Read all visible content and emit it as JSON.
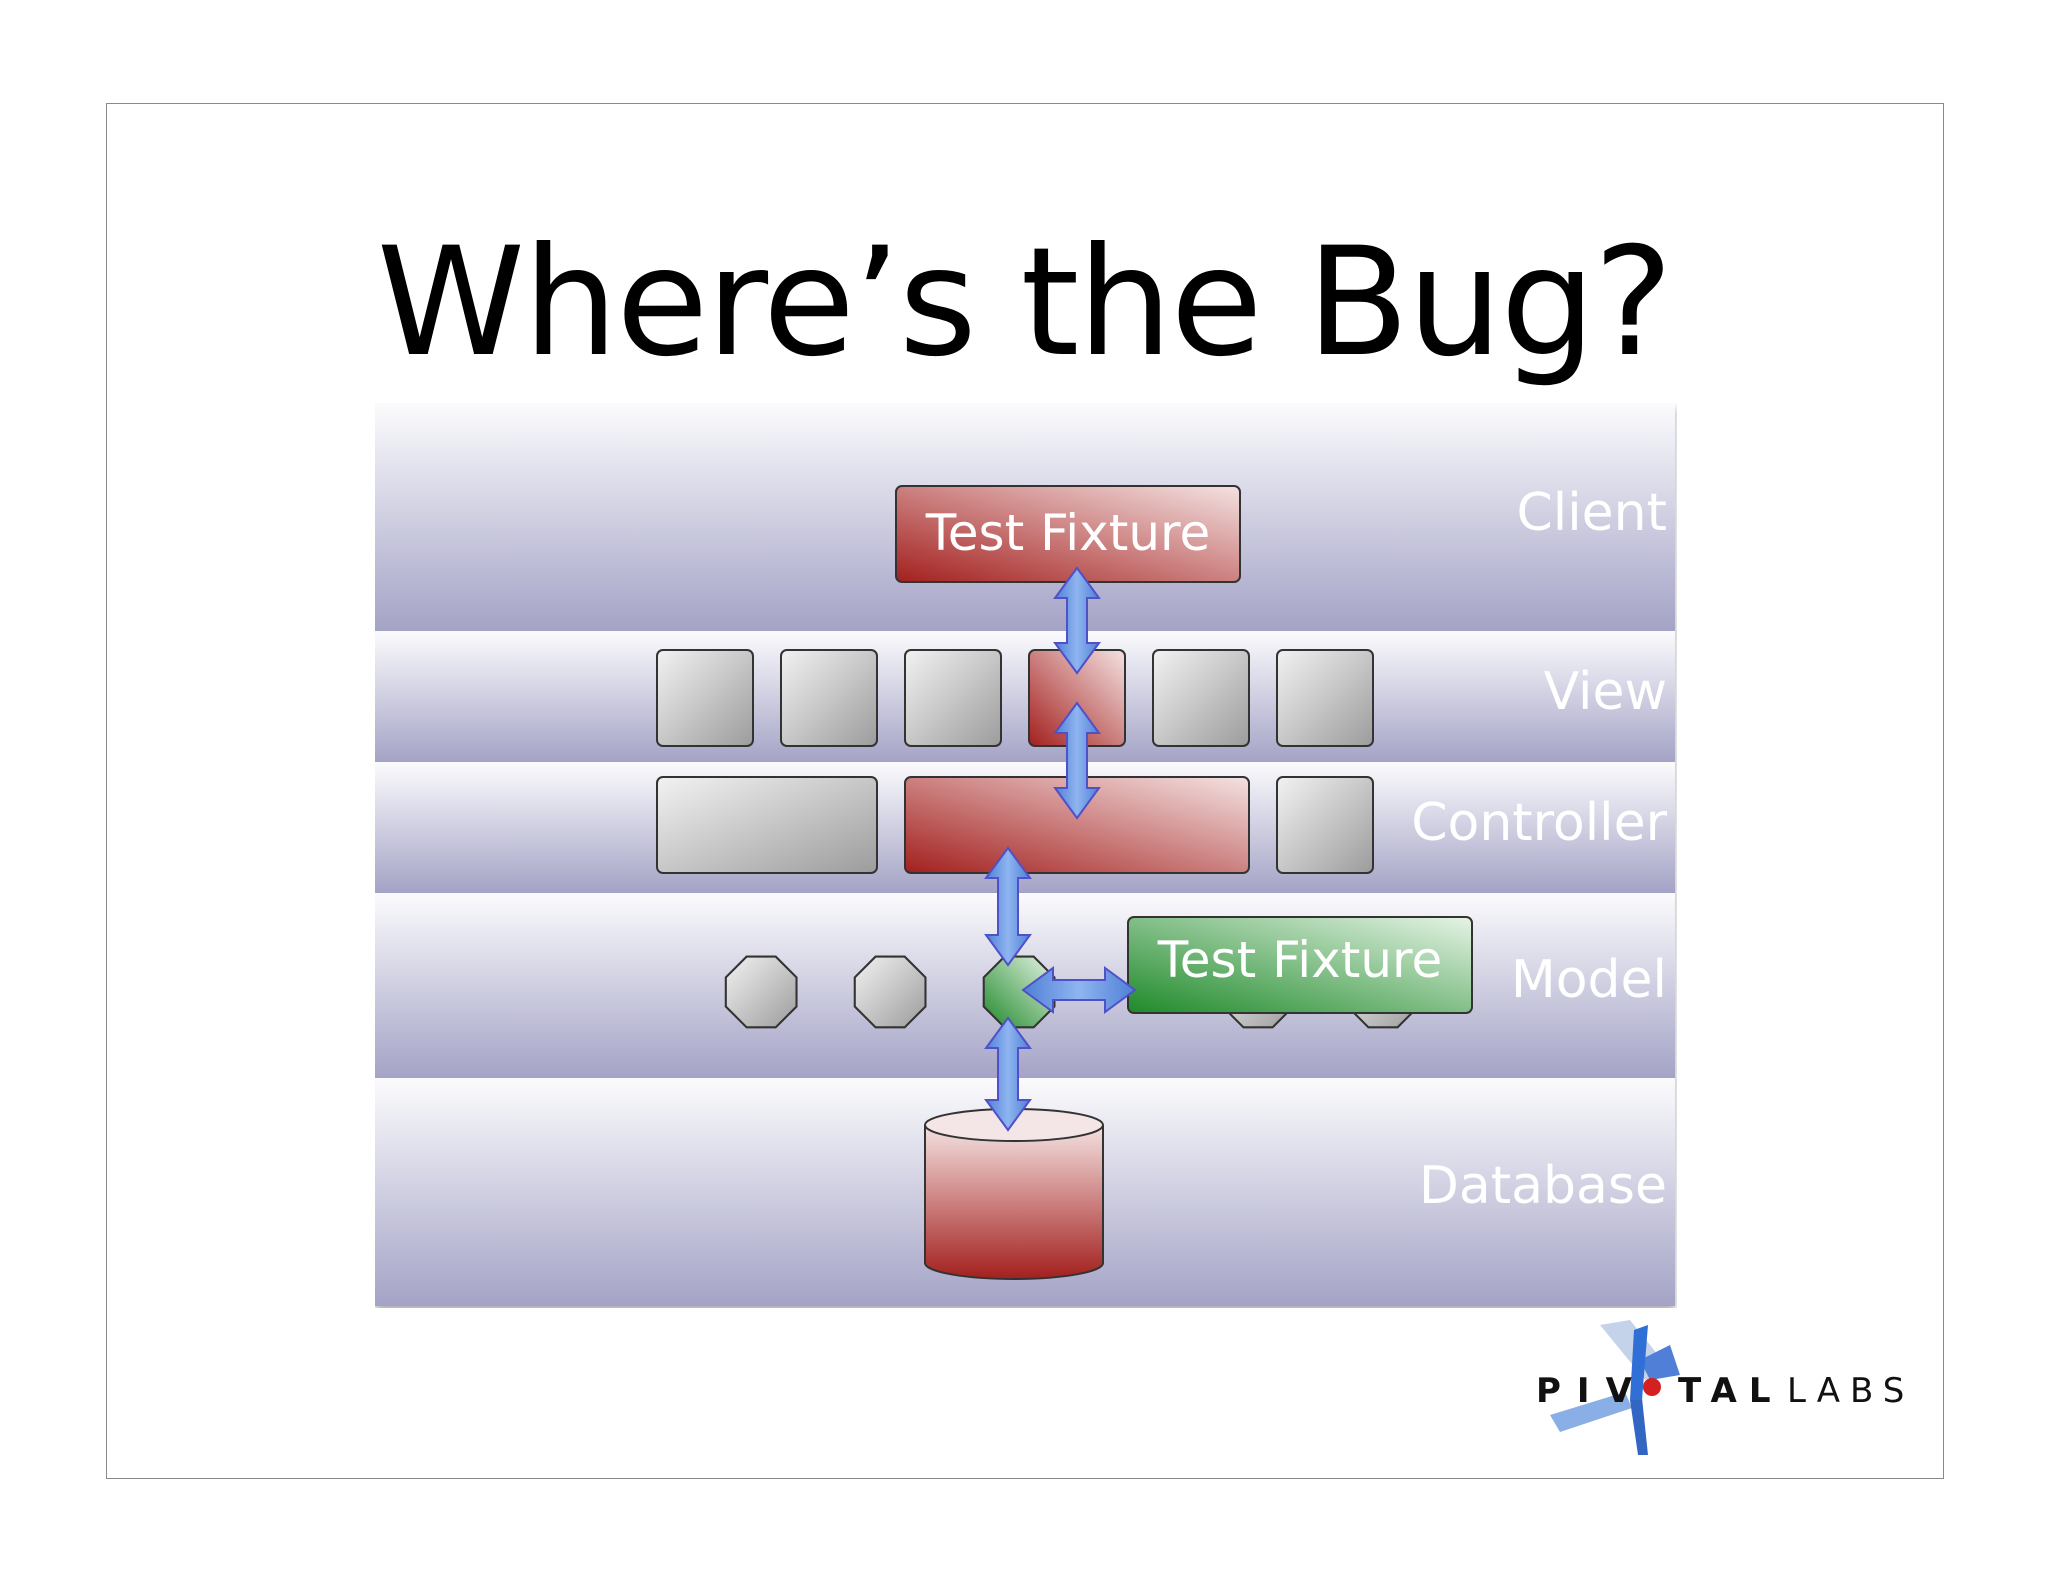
{
  "slide": {
    "title": "Where’s the Bug?"
  },
  "layers": [
    {
      "id": "client",
      "label": "Client"
    },
    {
      "id": "view",
      "label": "View"
    },
    {
      "id": "controller",
      "label": "Controller"
    },
    {
      "id": "model",
      "label": "Model"
    },
    {
      "id": "database",
      "label": "Database"
    }
  ],
  "fixtures": [
    {
      "id": "client-fixture",
      "label": "Test Fixture",
      "color": "#a52a2a"
    },
    {
      "id": "model-fixture",
      "label": "Test Fixture",
      "color": "#2e9a3a"
    }
  ],
  "colors": {
    "layer_band": "#a7a6c9",
    "highlight_red": "#a52a2a",
    "highlight_green": "#2e9a3a",
    "arrow_blue": "#5b8ee6",
    "component_gray": "#b9b9b9"
  },
  "logo": {
    "text_bold": "PIV",
    "text_bold_2": "TAL",
    "text_light": "LABS"
  }
}
